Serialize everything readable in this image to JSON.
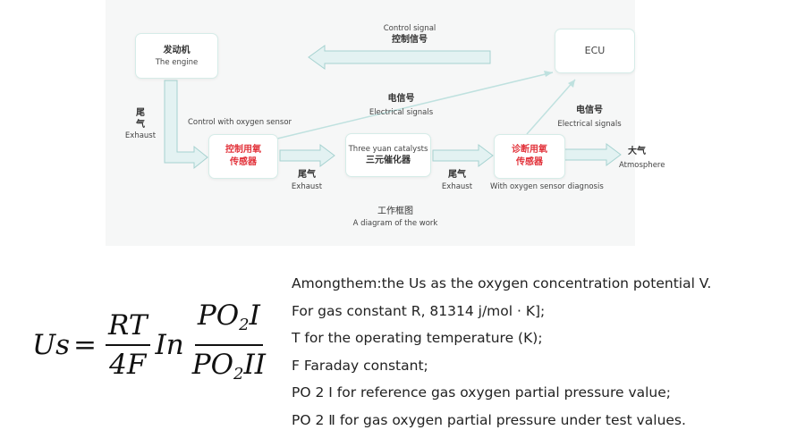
{
  "diagram": {
    "engine": {
      "zh": "发动机",
      "en": "The engine"
    },
    "ecu": {
      "label": "ECU"
    },
    "control_sensor": {
      "zh_line1": "控制用氧",
      "zh_line2": "传感器",
      "caption": "Control with oxygen sensor"
    },
    "catalyst": {
      "caption": "Three yuan catalysts",
      "zh": "三元催化器"
    },
    "diagnosis_sensor": {
      "zh_line1": "诊断用氧",
      "zh_line2": "传感器",
      "caption": "With oxygen sensor diagnosis"
    },
    "control_signal": {
      "en": "Control signal",
      "zh": "控制信号"
    },
    "electrical_signal_1": {
      "zh": "电信号",
      "en": "Electrical signals"
    },
    "electrical_signal_2": {
      "zh": "电信号",
      "en": "Electrical signals"
    },
    "exhaust_1": {
      "zh_line1": "尾",
      "zh_line2": "气",
      "en": "Exhaust"
    },
    "exhaust_2": {
      "zh": "尾气",
      "en": "Exhaust"
    },
    "exhaust_3": {
      "zh": "尾气",
      "en": "Exhaust"
    },
    "atmosphere": {
      "zh": "大气",
      "en": "Atmosphere"
    },
    "caption": {
      "zh": "工作框图",
      "en": "A diagram of the work"
    },
    "colors": {
      "arrow_fill": "#e3f2f2",
      "arrow_stroke": "#a6d2d0",
      "node_border": "#d6ece8",
      "sensor_text": "#e2333b"
    }
  },
  "formula": {
    "lhs": "Us",
    "equals": "=",
    "coef_num": "RT",
    "coef_den": "4F",
    "ln": "In",
    "num_po": "PO",
    "num_sub": "2",
    "num_i": "I",
    "den_po": "PO",
    "den_sub": "2",
    "den_ii": "II"
  },
  "legend": {
    "lines": [
      "Amongthem:the Us as the oxygen concentration potential V.",
      "For gas constant R, 81314 j/mol · K];",
      "T for the operating temperature (K);",
      "F Faraday constant;",
      "PO 2 Ⅰ for reference gas oxygen partial pressure value;",
      "PO 2 Ⅱ for gas oxygen partial pressure under test values."
    ]
  }
}
